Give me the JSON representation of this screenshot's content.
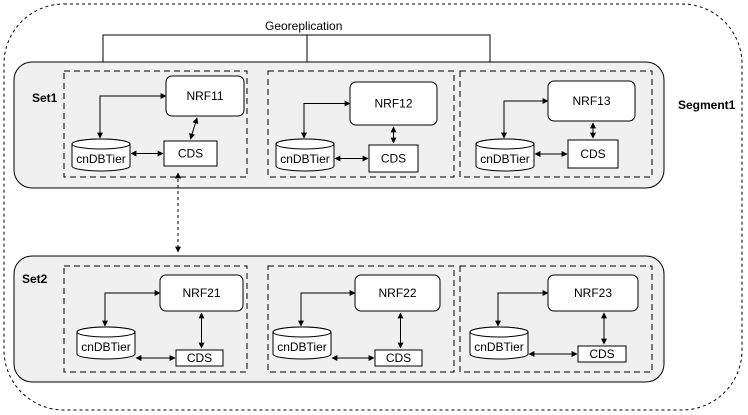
{
  "title": "Georeplication",
  "segment": "Segment1",
  "sets": [
    {
      "name": "Set1",
      "sites": [
        {
          "nrf": "NRF11",
          "db": "cnDBTier",
          "cds": "CDS"
        },
        {
          "nrf": "NRF12",
          "db": "cnDBTier",
          "cds": "CDS"
        },
        {
          "nrf": "NRF13",
          "db": "cnDBTier",
          "cds": "CDS"
        }
      ]
    },
    {
      "name": "Set2",
      "sites": [
        {
          "nrf": "NRF21",
          "db": "cnDBTier",
          "cds": "CDS"
        },
        {
          "nrf": "NRF22",
          "db": "cnDBTier",
          "cds": "CDS"
        },
        {
          "nrf": "NRF23",
          "db": "cnDBTier",
          "cds": "CDS"
        }
      ]
    }
  ]
}
